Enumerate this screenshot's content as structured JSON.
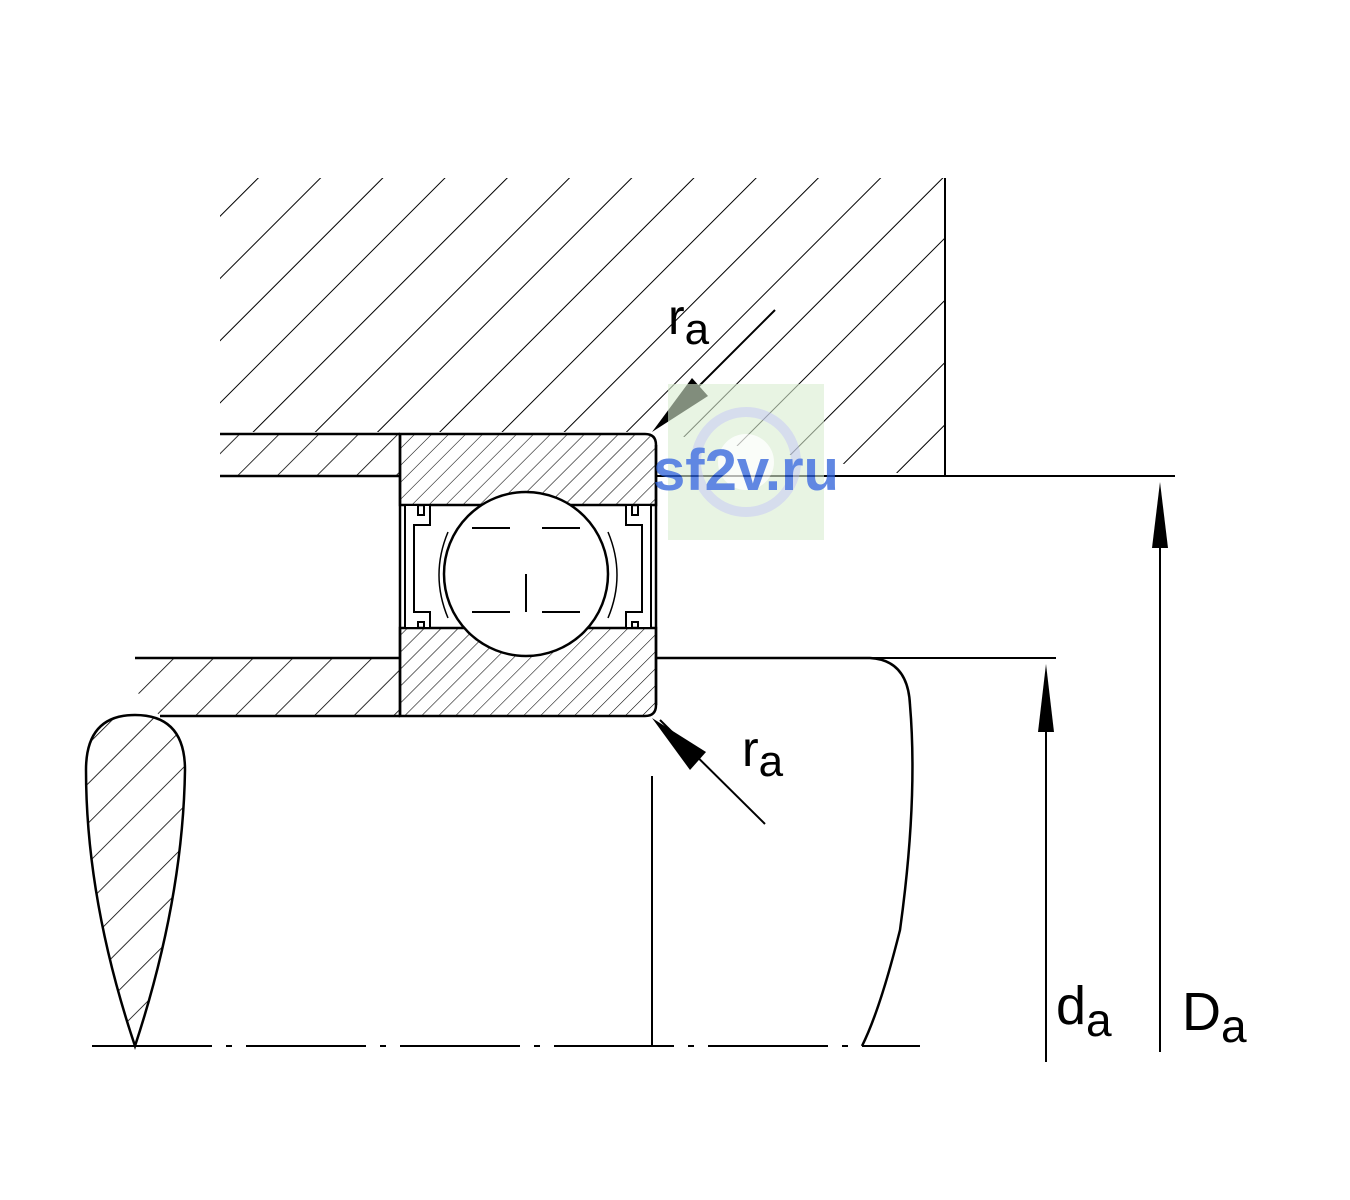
{
  "labels": {
    "ra_top": {
      "base": "r",
      "sub": "a"
    },
    "ra_bottom": {
      "base": "r",
      "sub": "a"
    },
    "da": {
      "base": "d",
      "sub": "a"
    },
    "Da": {
      "base": "D",
      "sub": "a"
    }
  },
  "watermark": {
    "text": "sf2v.ru"
  },
  "colors": {
    "line": "#000000",
    "background": "#ffffff",
    "watermark_text": "#2b5fd9",
    "watermark_bg": "#d8ecd0"
  }
}
